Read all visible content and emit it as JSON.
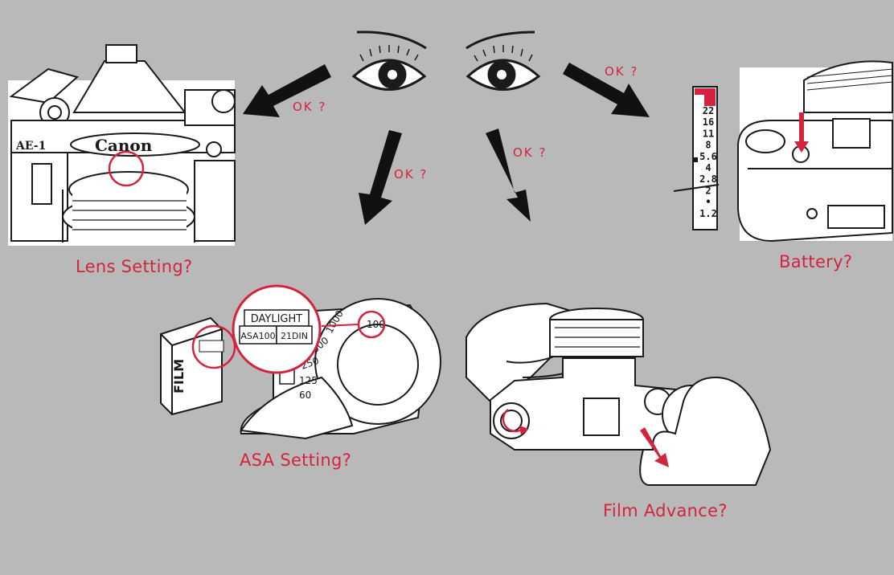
{
  "ok_labels": [
    "OK ?",
    "OK ?",
    "OK ?",
    "OK ?"
  ],
  "captions": {
    "lens": "Lens Setting?",
    "battery": "Battery?",
    "asa": "ASA Setting?",
    "film_advance": "Film Advance?"
  },
  "camera_brand": "Canon",
  "camera_model": "AE-1",
  "asa_box": {
    "line1": "DAYLIGHT",
    "line2a": "ASA100",
    "line2b": "21DIN"
  },
  "film_box_label": "FILM",
  "aperture_scale": [
    "22",
    "16",
    "11",
    "8",
    "5.6",
    "4",
    "2.8",
    "2",
    "•",
    "1.2"
  ],
  "asa_dial_values": [
    "1000",
    "500",
    "250",
    "125",
    "60",
    "100"
  ],
  "colors": {
    "background": "#b9b9b9",
    "accent": "#d3243f",
    "ink": "#1a1a1a",
    "paper": "#ffffff"
  }
}
